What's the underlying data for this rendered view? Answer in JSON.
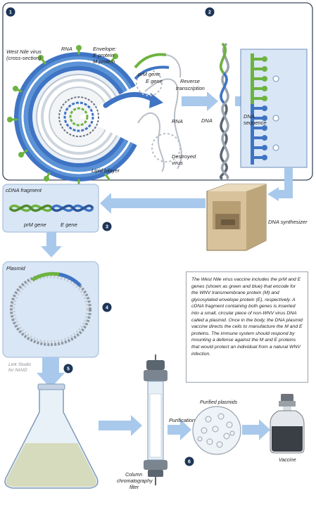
{
  "colors": {
    "panel_blue": "#d8e6f6",
    "arrow_blue": "#a9c9ec",
    "virus_blue": "#3f74c4",
    "gene_green": "#6db33f",
    "badge_navy": "#1d3557",
    "synth_tan": "#d8c29c"
  },
  "steps": [
    "1",
    "2",
    "3",
    "4",
    "5",
    "6"
  ],
  "labels": {
    "west_nile": "West Nile virus",
    "cross_section": "(cross-section)",
    "rna": "RNA",
    "envelope": "Envelope:",
    "e_protein": "E protein",
    "m_protein": "M protein",
    "lipid_bilayer": "Lipid bilayer",
    "prm_gene": "prM gene",
    "e_gene": "E gene",
    "reverse": "Reverse",
    "transcription": "transcription",
    "rna2": "RNA",
    "destroyed": "Destroyed",
    "virus": "virus",
    "dna": "DNA",
    "dna_seq_1": "DNA",
    "dna_seq_2": "sequence",
    "cdna_fragment": "cDNA fragment",
    "prm_gene2": "prM gene",
    "e_gene2": "E gene",
    "dna_synth": "DNA synthesizer",
    "plasmid": "Plasmid",
    "credit_1": "Link Studio",
    "credit_2": "for NIAID",
    "purified": "Purified plasmids",
    "purification": "Purification",
    "column_1": "Column",
    "column_2": "chromatography",
    "column_3": "filter",
    "vaccine": "Vaccine"
  },
  "description": "The West Nile virus vaccine includes the prM and E genes (shown as green and blue) that encode for the WNV transmembrane protein (M) and glycosylated envelope protein (E), respectively. A cDNA fragment containing both genes is inserted into a small, circular piece of non-WNV virus DNA called a plasmid. Once in the body, the DNA plasmid vaccine directs the cells to manufacture the M and E proteins. The immune system should respond by mounting a defense against the M and E proteins that would protect an individual from a natural WNV infection."
}
